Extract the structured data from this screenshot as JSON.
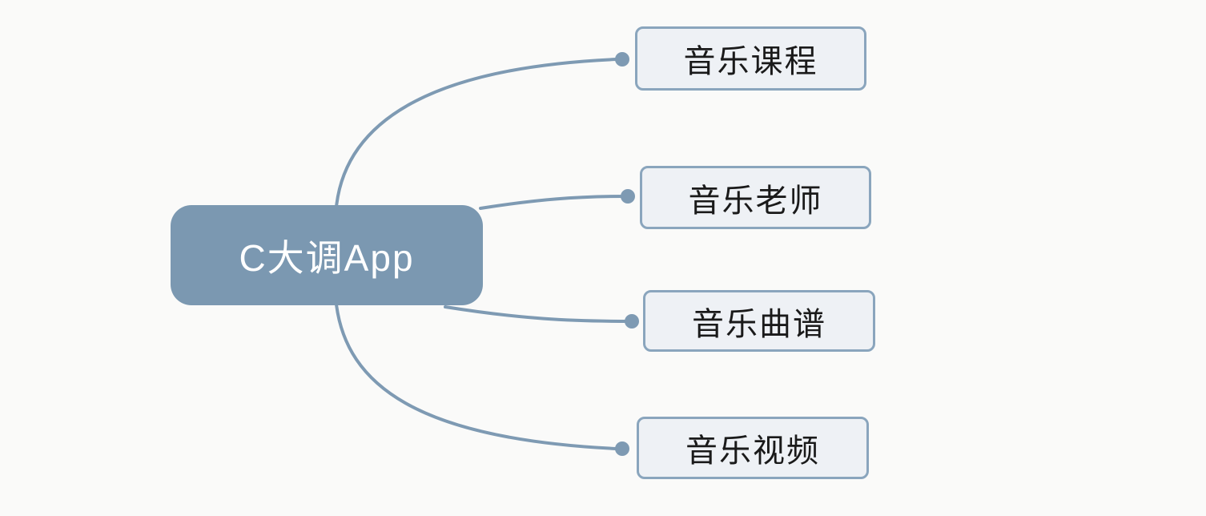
{
  "diagram": {
    "type": "mindmap",
    "root": {
      "label": "C大调App"
    },
    "children": [
      {
        "label": "音乐课程"
      },
      {
        "label": "音乐老师"
      },
      {
        "label": "音乐曲谱"
      },
      {
        "label": "音乐视频"
      }
    ]
  },
  "colors": {
    "background": "#fafaf9",
    "root_fill": "#7b98b1",
    "root_text": "#ffffff",
    "child_fill": "#eef1f5",
    "child_border": "#8aa5bd",
    "child_text": "#1a1a1a",
    "connector": "#7e9ab3"
  }
}
